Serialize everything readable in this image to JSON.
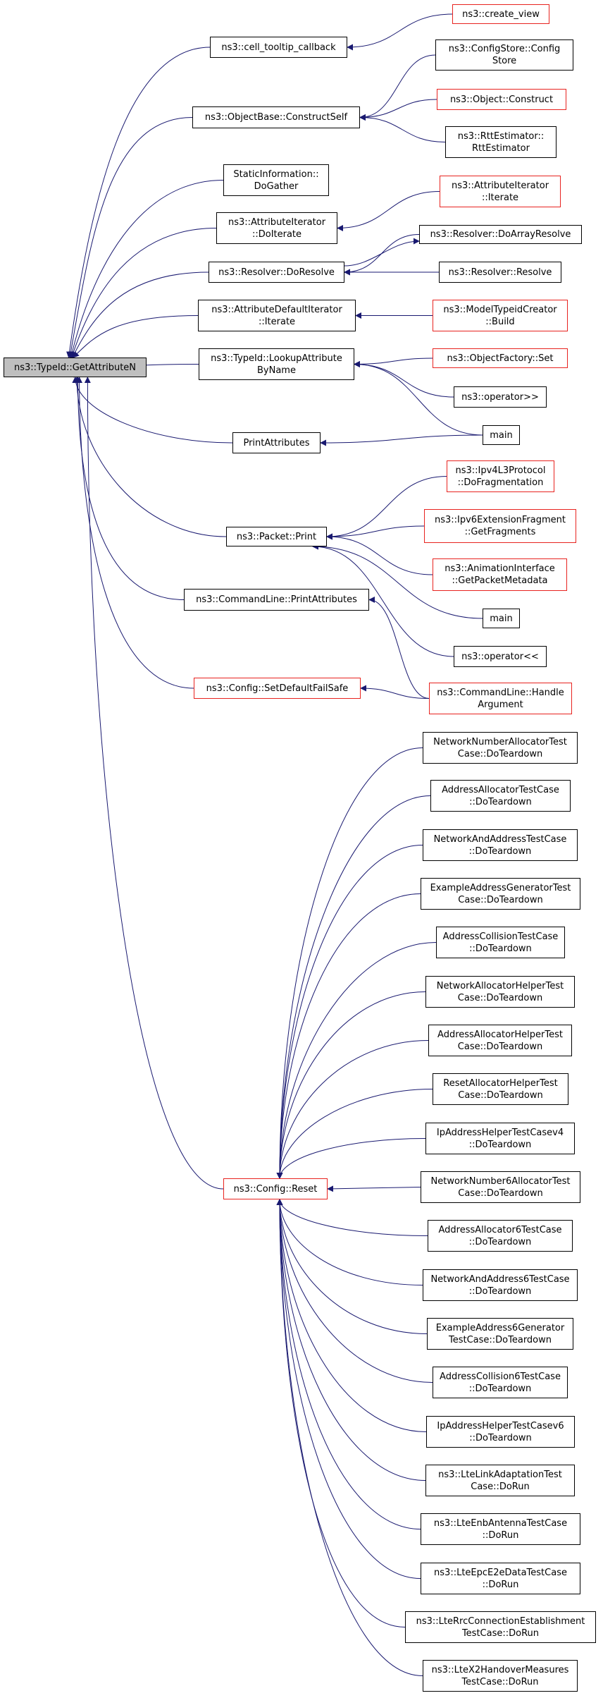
{
  "colors": {
    "edge": "#191970",
    "node_border": "#000000",
    "node_border_incomplete": "#e8231f",
    "root_fill": "#bfbfbf",
    "background": "#ffffff"
  },
  "root": {
    "id": "getattributen",
    "label": "ns3::TypeId::GetAttributeN"
  },
  "nodes": [
    {
      "id": "cell_tooltip",
      "label": "ns3::cell_tooltip_callback",
      "red": false
    },
    {
      "id": "create_view",
      "label": "ns3::create_view",
      "red": true
    },
    {
      "id": "constructself",
      "label": "ns3::ObjectBase::ConstructSelf",
      "red": false
    },
    {
      "id": "configstore",
      "label": "ns3::ConfigStore::Config\nStore",
      "red": false
    },
    {
      "id": "object_construct",
      "label": "ns3::Object::Construct",
      "red": true
    },
    {
      "id": "rttestimator",
      "label": "ns3::RttEstimator::\nRttEstimator",
      "red": false
    },
    {
      "id": "staticinfo",
      "label": "StaticInformation::\nDoGather",
      "red": false
    },
    {
      "id": "attriter_doiterate",
      "label": "ns3::AttributeIterator\n::DoIterate",
      "red": false
    },
    {
      "id": "attriter_iterate",
      "label": "ns3::AttributeIterator\n::Iterate",
      "red": true
    },
    {
      "id": "doarrayresolve",
      "label": "ns3::Resolver::DoArrayResolve",
      "red": false
    },
    {
      "id": "doresolve",
      "label": "ns3::Resolver::DoResolve",
      "red": false
    },
    {
      "id": "resolve",
      "label": "ns3::Resolver::Resolve",
      "red": false
    },
    {
      "id": "attrdefault_iterate",
      "label": "ns3::AttributeDefaultIterator\n::Iterate",
      "red": false
    },
    {
      "id": "modeltypeid_build",
      "label": "ns3::ModelTypeidCreator\n::Build",
      "red": true
    },
    {
      "id": "lookupattr",
      "label": "ns3::TypeId::LookupAttribute\nByName",
      "red": false
    },
    {
      "id": "objectfactory_set",
      "label": "ns3::ObjectFactory::Set",
      "red": true
    },
    {
      "id": "operator_rshift",
      "label": "ns3::operator>>",
      "red": false
    },
    {
      "id": "printattributes",
      "label": "PrintAttributes",
      "red": false
    },
    {
      "id": "main1",
      "label": "main",
      "red": false
    },
    {
      "id": "ipv4l3_dofrag",
      "label": "ns3::Ipv4L3Protocol\n::DoFragmentation",
      "red": true
    },
    {
      "id": "packet_print",
      "label": "ns3::Packet::Print",
      "red": false
    },
    {
      "id": "ipv6ext_getfrag",
      "label": "ns3::Ipv6ExtensionFragment\n::GetFragments",
      "red": true
    },
    {
      "id": "anim_getpacketmeta",
      "label": "ns3::AnimationInterface\n::GetPacketMetadata",
      "red": true
    },
    {
      "id": "main2",
      "label": "main",
      "red": false
    },
    {
      "id": "cmdline_printattrs",
      "label": "ns3::CommandLine::PrintAttributes",
      "red": false
    },
    {
      "id": "operator_lshift",
      "label": "ns3::operator<<",
      "red": false
    },
    {
      "id": "setdefaultfailsafe",
      "label": "ns3::Config::SetDefaultFailSafe",
      "red": true
    },
    {
      "id": "cmdline_handlearg",
      "label": "ns3::CommandLine::Handle\nArgument",
      "red": true
    },
    {
      "id": "config_reset",
      "label": "ns3::Config::Reset",
      "red": true
    },
    {
      "id": "t1",
      "label": "NetworkNumberAllocatorTest\nCase::DoTeardown",
      "red": false
    },
    {
      "id": "t2",
      "label": "AddressAllocatorTestCase\n::DoTeardown",
      "red": false
    },
    {
      "id": "t3",
      "label": "NetworkAndAddressTestCase\n::DoTeardown",
      "red": false
    },
    {
      "id": "t4",
      "label": "ExampleAddressGeneratorTest\nCase::DoTeardown",
      "red": false
    },
    {
      "id": "t5",
      "label": "AddressCollisionTestCase\n::DoTeardown",
      "red": false
    },
    {
      "id": "t6",
      "label": "NetworkAllocatorHelperTest\nCase::DoTeardown",
      "red": false
    },
    {
      "id": "t7",
      "label": "AddressAllocatorHelperTest\nCase::DoTeardown",
      "red": false
    },
    {
      "id": "t8",
      "label": "ResetAllocatorHelperTest\nCase::DoTeardown",
      "red": false
    },
    {
      "id": "t9",
      "label": "IpAddressHelperTestCasev4\n::DoTeardown",
      "red": false
    },
    {
      "id": "t10",
      "label": "NetworkNumber6AllocatorTest\nCase::DoTeardown",
      "red": false
    },
    {
      "id": "t11",
      "label": "AddressAllocator6TestCase\n::DoTeardown",
      "red": false
    },
    {
      "id": "t12",
      "label": "NetworkAndAddress6TestCase\n::DoTeardown",
      "red": false
    },
    {
      "id": "t13",
      "label": "ExampleAddress6Generator\nTestCase::DoTeardown",
      "red": false
    },
    {
      "id": "t14",
      "label": "AddressCollision6TestCase\n::DoTeardown",
      "red": false
    },
    {
      "id": "t15",
      "label": "IpAddressHelperTestCasev6\n::DoTeardown",
      "red": false
    },
    {
      "id": "t16",
      "label": "ns3::LteLinkAdaptationTest\nCase::DoRun",
      "red": false
    },
    {
      "id": "t17",
      "label": "ns3::LteEnbAntennaTestCase\n::DoRun",
      "red": false
    },
    {
      "id": "t18",
      "label": "ns3::LteEpcE2eDataTestCase\n::DoRun",
      "red": false
    },
    {
      "id": "t19",
      "label": "ns3::LteRrcConnectionEstablishment\nTestCase::DoRun",
      "red": false
    },
    {
      "id": "t20",
      "label": "ns3::LteX2HandoverMeasures\nTestCase::DoRun",
      "red": false
    }
  ],
  "edges": [
    [
      "cell_tooltip",
      "getattributen"
    ],
    [
      "create_view",
      "cell_tooltip"
    ],
    [
      "constructself",
      "getattributen"
    ],
    [
      "configstore",
      "constructself"
    ],
    [
      "object_construct",
      "constructself"
    ],
    [
      "rttestimator",
      "constructself"
    ],
    [
      "staticinfo",
      "getattributen"
    ],
    [
      "attriter_doiterate",
      "getattributen"
    ],
    [
      "attriter_iterate",
      "attriter_doiterate"
    ],
    [
      "doresolve",
      "getattributen"
    ],
    [
      "doarrayresolve",
      "doresolve"
    ],
    [
      "doresolve",
      "doarrayresolve"
    ],
    [
      "resolve",
      "doresolve"
    ],
    [
      "attrdefault_iterate",
      "getattributen"
    ],
    [
      "modeltypeid_build",
      "attrdefault_iterate"
    ],
    [
      "lookupattr",
      "getattributen"
    ],
    [
      "objectfactory_set",
      "lookupattr"
    ],
    [
      "operator_rshift",
      "lookupattr"
    ],
    [
      "main1",
      "lookupattr"
    ],
    [
      "printattributes",
      "getattributen"
    ],
    [
      "main1",
      "printattributes"
    ],
    [
      "packet_print",
      "getattributen"
    ],
    [
      "ipv4l3_dofrag",
      "packet_print"
    ],
    [
      "ipv6ext_getfrag",
      "packet_print"
    ],
    [
      "anim_getpacketmeta",
      "packet_print"
    ],
    [
      "main2",
      "packet_print"
    ],
    [
      "operator_lshift",
      "packet_print"
    ],
    [
      "cmdline_printattrs",
      "getattributen"
    ],
    [
      "cmdline_handlearg",
      "cmdline_printattrs"
    ],
    [
      "setdefaultfailsafe",
      "getattributen"
    ],
    [
      "cmdline_handlearg",
      "setdefaultfailsafe"
    ],
    [
      "config_reset",
      "getattributen"
    ],
    [
      "t1",
      "config_reset"
    ],
    [
      "t2",
      "config_reset"
    ],
    [
      "t3",
      "config_reset"
    ],
    [
      "t4",
      "config_reset"
    ],
    [
      "t5",
      "config_reset"
    ],
    [
      "t6",
      "config_reset"
    ],
    [
      "t7",
      "config_reset"
    ],
    [
      "t8",
      "config_reset"
    ],
    [
      "t9",
      "config_reset"
    ],
    [
      "t10",
      "config_reset"
    ],
    [
      "t11",
      "config_reset"
    ],
    [
      "t12",
      "config_reset"
    ],
    [
      "t13",
      "config_reset"
    ],
    [
      "t14",
      "config_reset"
    ],
    [
      "t15",
      "config_reset"
    ],
    [
      "t16",
      "config_reset"
    ],
    [
      "t17",
      "config_reset"
    ],
    [
      "t18",
      "config_reset"
    ],
    [
      "t19",
      "config_reset"
    ],
    [
      "t20",
      "config_reset"
    ]
  ]
}
